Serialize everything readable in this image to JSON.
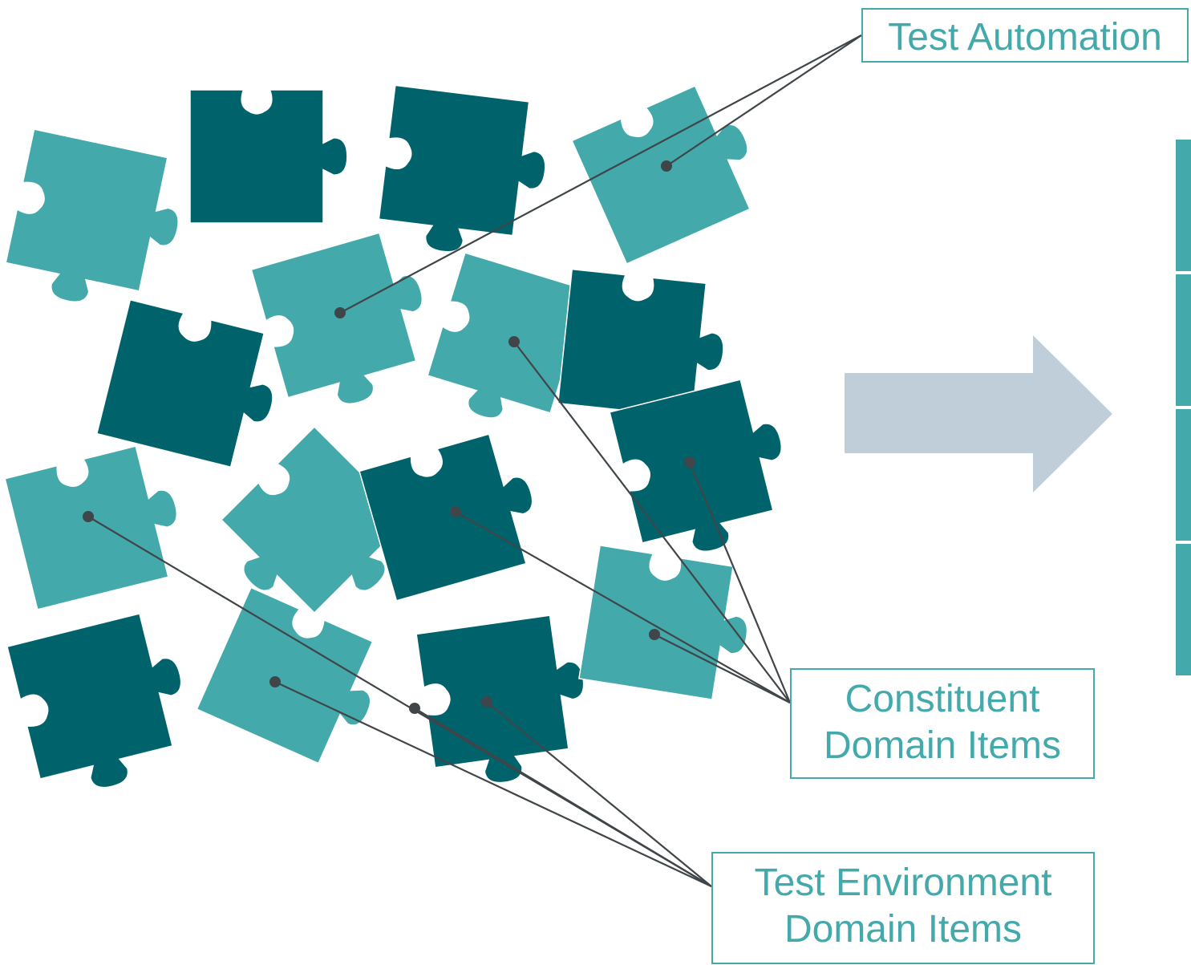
{
  "colors": {
    "dark_piece": "#00626b",
    "light_piece": "#43a9aa",
    "arrow": "#bfced8",
    "leader": "#3f4548",
    "label": "#43a9aa"
  },
  "labels": {
    "test_automation": "Test Automation",
    "constituent_line1": "Constituent",
    "constituent_line2": "Domain Items",
    "environment_line1": "Test Environment",
    "environment_line2": "Domain Items"
  },
  "legend_groups": [
    "test-automation",
    "constituent-domain-items",
    "test-environment-domain-items"
  ],
  "side_bar_segments": 4
}
